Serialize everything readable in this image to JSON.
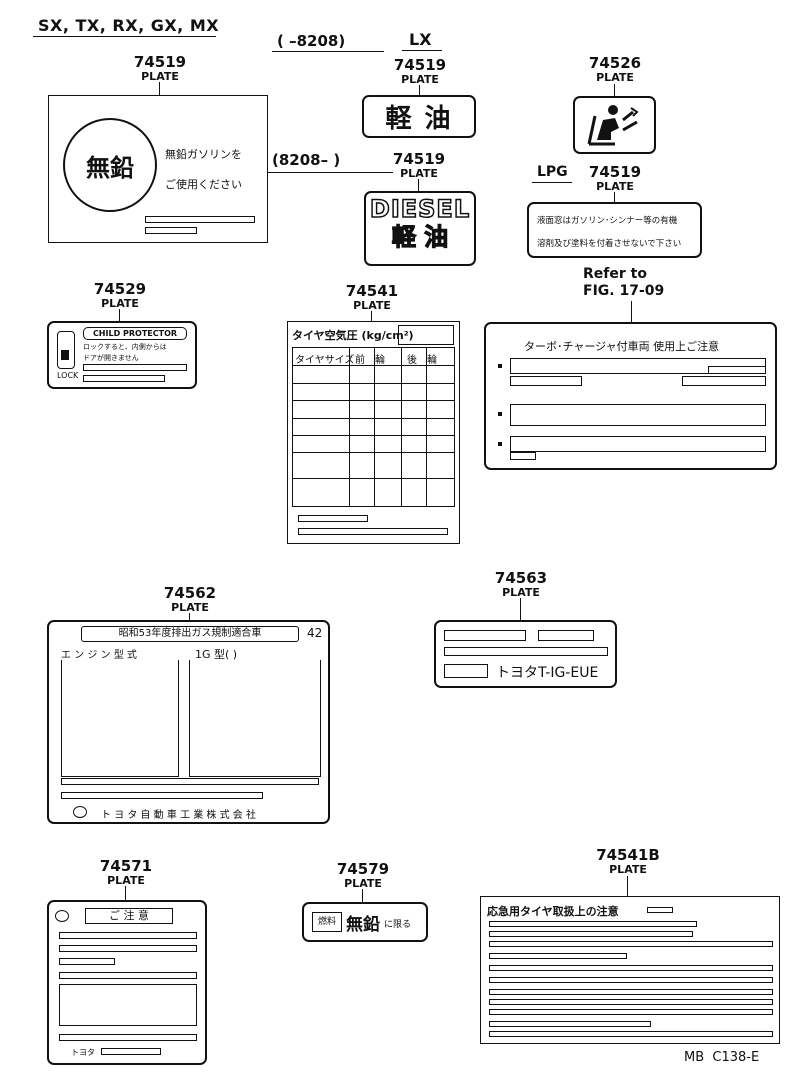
{
  "header": {
    "models": "SX, TX, RX, GX, MX",
    "range_early": "(     –8208)",
    "lx": "LX",
    "range_late": "(8208–      )",
    "lpg": "LPG",
    "refer": "Refer to",
    "fig": "FIG. 17-09"
  },
  "plate_word": "PLATE",
  "parts": {
    "p74519a": "74519",
    "p74519b": "74519",
    "p74519c": "74519",
    "p74519d": "74519",
    "p74526": "74526",
    "p74529": "74529",
    "p74541": "74541",
    "p74562": "74562",
    "p74563": "74563",
    "p74571": "74571",
    "p74579": "74579",
    "p74541b": "74541B"
  },
  "labels": {
    "unleaded_circle": "無鉛",
    "unleaded_text1": "無鉛ガソリンを",
    "unleaded_text2": "ご使用ください",
    "keiyu": "軽 油",
    "diesel": "DIESEL",
    "diesel_jp": "軽 油",
    "lpg_line1": "液面窓はガソリン･シンナー等の有機",
    "lpg_line2": "溶剤及び塗料を付着させないで下さい",
    "child_title": "CHILD PROTECTOR",
    "child_line1": "ロックすると、内側からは",
    "child_line2": "ドアが開きません",
    "child_lock": "LOCK",
    "tire_title": "タイヤ空気圧 (kg/cm²)",
    "tire_size": "タイヤサイズ",
    "tire_front": "前　輪",
    "tire_rear": "後　輪",
    "turbo_title": "ターボ･チャージャ付車両 使用上ご注意",
    "emis_title": "昭和53年度排出ガス規制適合車",
    "emis_num": "42",
    "emis_engine": "エ ン ジ ン 型 式",
    "emis_ig": "1G 型(            )",
    "emis_maker": "ト ヨ タ 自 動 車 工 業 株 式 会 社",
    "code": "トヨタT-IG-EUE",
    "caution": "ご 注 意",
    "toyota_small": "トヨタ",
    "fuel_tag": "燃料",
    "unleaded_only": "無鉛",
    "unleaded_only_suffix": "に限る",
    "emergency_tire": "応急用タイヤ取扱上の注意",
    "drawing_code": "MB  C138-E"
  },
  "icons": {
    "seat": "seat-belt-icon",
    "toyota_logo": "toyota-logo-icon"
  }
}
